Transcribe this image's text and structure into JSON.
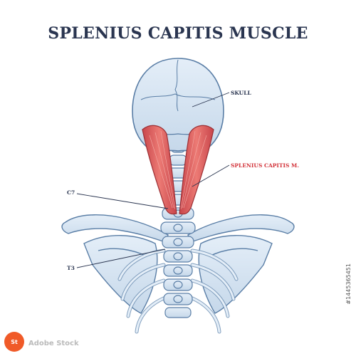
{
  "title": "SPLENIUS CAPITIS MUSCLE",
  "labels": {
    "skull": "SKULL",
    "splenius": "SPLENIUS CAPITIS M.",
    "c7": "C7",
    "t3": "T3"
  },
  "side_code": "#1445365451",
  "watermark": {
    "logo": "Adobe Stock",
    "text": "Adobe Stock"
  },
  "colors": {
    "bone_fill": "#d7e6f3",
    "bone_stroke": "#5a7ea6",
    "muscle": "#e0605e",
    "title": "#2a3550",
    "accent_label": "#d2333a"
  },
  "icons": [
    "skull-illustration",
    "muscle-illustration",
    "spine-illustration",
    "shoulder-blade-illustration"
  ]
}
